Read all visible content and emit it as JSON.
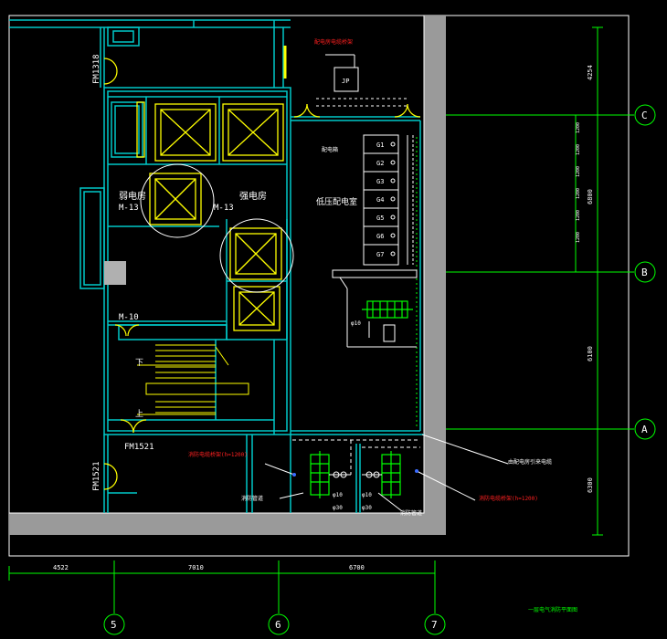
{
  "colors": {
    "background": "#000000",
    "frame": "#ffffff",
    "wall": "#00c8c8",
    "fixture": "#ffff00",
    "slab": "#9a9a9a",
    "grid": "#00ff00",
    "annotation_red": "#ff2020",
    "white": "#ffffff",
    "gray_block": "#b0b0b0"
  },
  "doors": {
    "fm1318": "FM1318",
    "fm1521_top": "FM1521",
    "fm1521_side": "FM1521",
    "m10": "M-10",
    "m13_left": "M-13",
    "m13_right": "M-13"
  },
  "rooms": {
    "weak_current": "弱电房",
    "strong_current": "强电房"
  },
  "stairs": {
    "down": "下",
    "up": "上"
  },
  "right_room": {
    "label": "低压配电室",
    "panel_label": "配电箱"
  },
  "panels": [
    "G1",
    "G2",
    "G3",
    "G4",
    "G5",
    "G6",
    "G7"
  ],
  "junction_box": "JP",
  "annotations": {
    "top_red": "配电房电缆桥架",
    "left_red": "消防电缆桥架(h=1200)",
    "right_red": "消防电缆桥架(h=1200)",
    "cable_route": "由配电房引来电缆",
    "pipe_left": "消防管道",
    "pipe_right": "消防管道",
    "fitting_left_top": "φ10",
    "fitting_left_bottom": "φ30",
    "fitting_right_top": "φ10",
    "fitting_right_bottom": "φ30",
    "riser_top": "φ10"
  },
  "grid_axes": {
    "rows": [
      "C",
      "B",
      "A"
    ],
    "columns": [
      "5",
      "6",
      "7"
    ]
  },
  "dimensions": {
    "bottom": [
      "4522",
      "7010",
      "6700"
    ],
    "right": [
      "4254",
      "6800",
      "6100",
      "6300"
    ],
    "right_small": [
      "1200",
      "1200",
      "1200",
      "1200",
      "1200",
      "1200"
    ]
  },
  "drawing_title": "一层电气消防平面图"
}
